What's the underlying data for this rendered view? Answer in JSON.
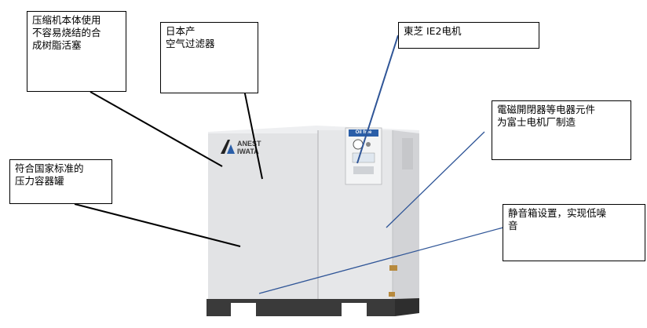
{
  "callouts": {
    "sealant": "压缩机本体使用\n不容易烧结的合\n成树脂活塞",
    "filter": "日本产\n空气过滤器",
    "motor": "東芝  IE2电机",
    "switch": "電磁開閉器等电器元件\n为富士电机厂制造",
    "tank": "符合国家标准的\n压力容器罐",
    "silence": "静音箱设置，实现低噪\n音"
  },
  "machine": {
    "brand": "ANEST\nIWATA",
    "panel_badge": "Oil free"
  },
  "colors": {
    "cabinet": "#e3e4e6",
    "cabinet_shadow": "#c9cacd",
    "base": "#3a3a3a",
    "leader_dark": "#000000",
    "leader_blue": "#2f5597"
  }
}
